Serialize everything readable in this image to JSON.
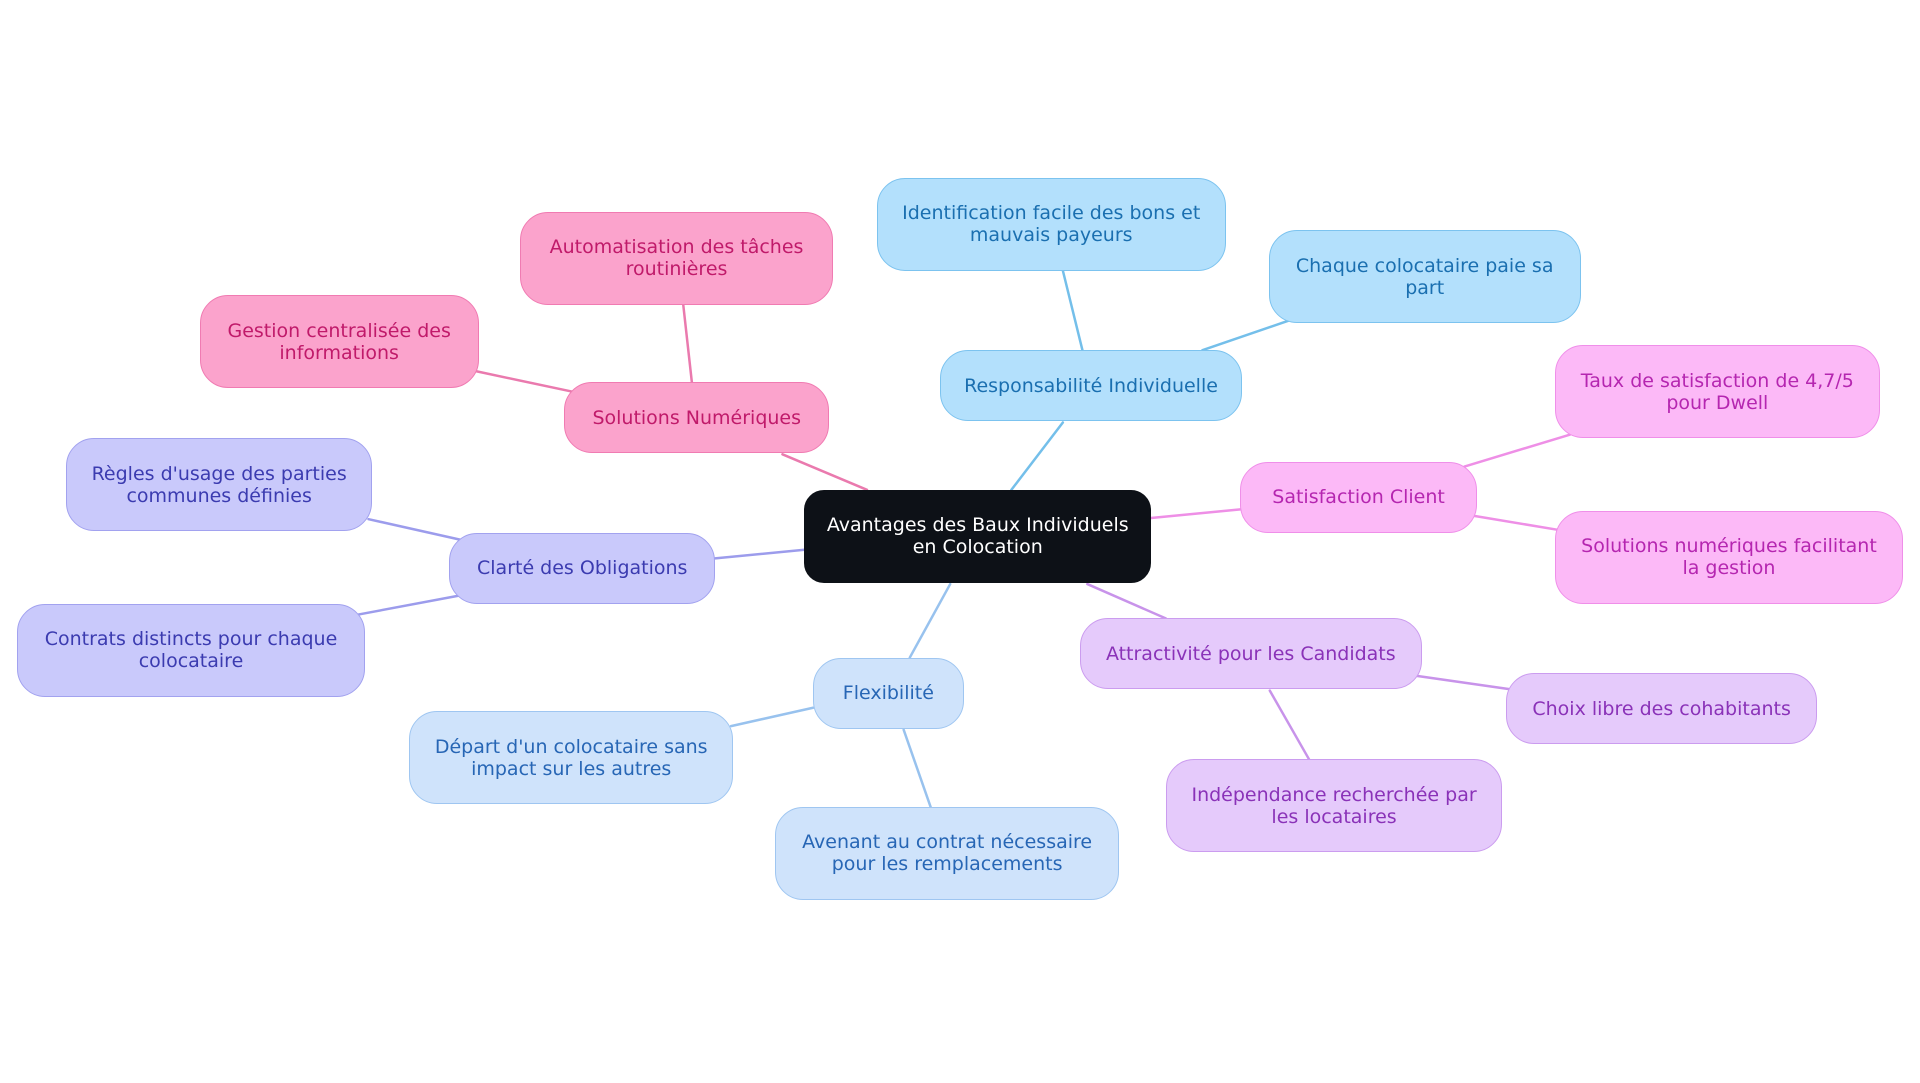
{
  "colors": {
    "background": "#ffffff",
    "root": {
      "fill": "#0d1117",
      "text": "#ffffff",
      "border": "#0d1117"
    },
    "blue": {
      "fill": "#b3e0fc",
      "text": "#1a6fb0",
      "border": "#7cc3ef",
      "edge": "#74bfea"
    },
    "red": {
      "fill": "#fba3cc",
      "text": "#c01a6a",
      "border": "#f07bb2",
      "edge": "#ea7aae"
    },
    "indigo": {
      "fill": "#c9c9fb",
      "text": "#3b3bb0",
      "border": "#a2a2ef",
      "edge": "#9c9cec"
    },
    "light_blue": {
      "fill": "#cfe3fb",
      "text": "#2766b5",
      "border": "#9fc6f1",
      "edge": "#98c2ee"
    },
    "purple": {
      "fill": "#e5cafb",
      "text": "#8a32b8",
      "border": "#cb9cef",
      "edge": "#c893ea"
    },
    "magenta": {
      "fill": "#fcb9f7",
      "text": "#b526b0",
      "border": "#ef8fe9",
      "edge": "#ee8fe6"
    }
  },
  "root": {
    "label": "Avantages des Baux Individuels\nen Colocation",
    "color": "root"
  },
  "branches": [
    {
      "label": "Responsabilité Individuelle",
      "color": "blue",
      "children": [
        "Identification facile des bons et\nmauvais payeurs",
        "Chaque colocataire paie sa\npart"
      ]
    },
    {
      "label": "Solutions Numériques",
      "color": "red",
      "children": [
        "Automatisation des tâches\nroutinières",
        "Gestion centralisée des\ninformations"
      ]
    },
    {
      "label": "Clarté des Obligations",
      "color": "indigo",
      "children": [
        "Règles d'usage des parties\ncommunes définies",
        "Contrats distincts pour chaque\ncolocataire"
      ]
    },
    {
      "label": "Flexibilité",
      "color": "light_blue",
      "children": [
        "Départ d'un colocataire sans\nimpact sur les autres",
        "Avenant au contrat nécessaire\npour les remplacements"
      ]
    },
    {
      "label": "Attractivité pour les Candidats",
      "color": "purple",
      "children": [
        "Choix libre des cohabitants",
        "Indépendance recherchée par\nles locataires"
      ]
    },
    {
      "label": "Satisfaction Client",
      "color": "magenta",
      "children": [
        "Taux de satisfaction de 4,7/5\npour Dwell",
        "Solutions numériques facilitant\nla gestion"
      ]
    }
  ]
}
